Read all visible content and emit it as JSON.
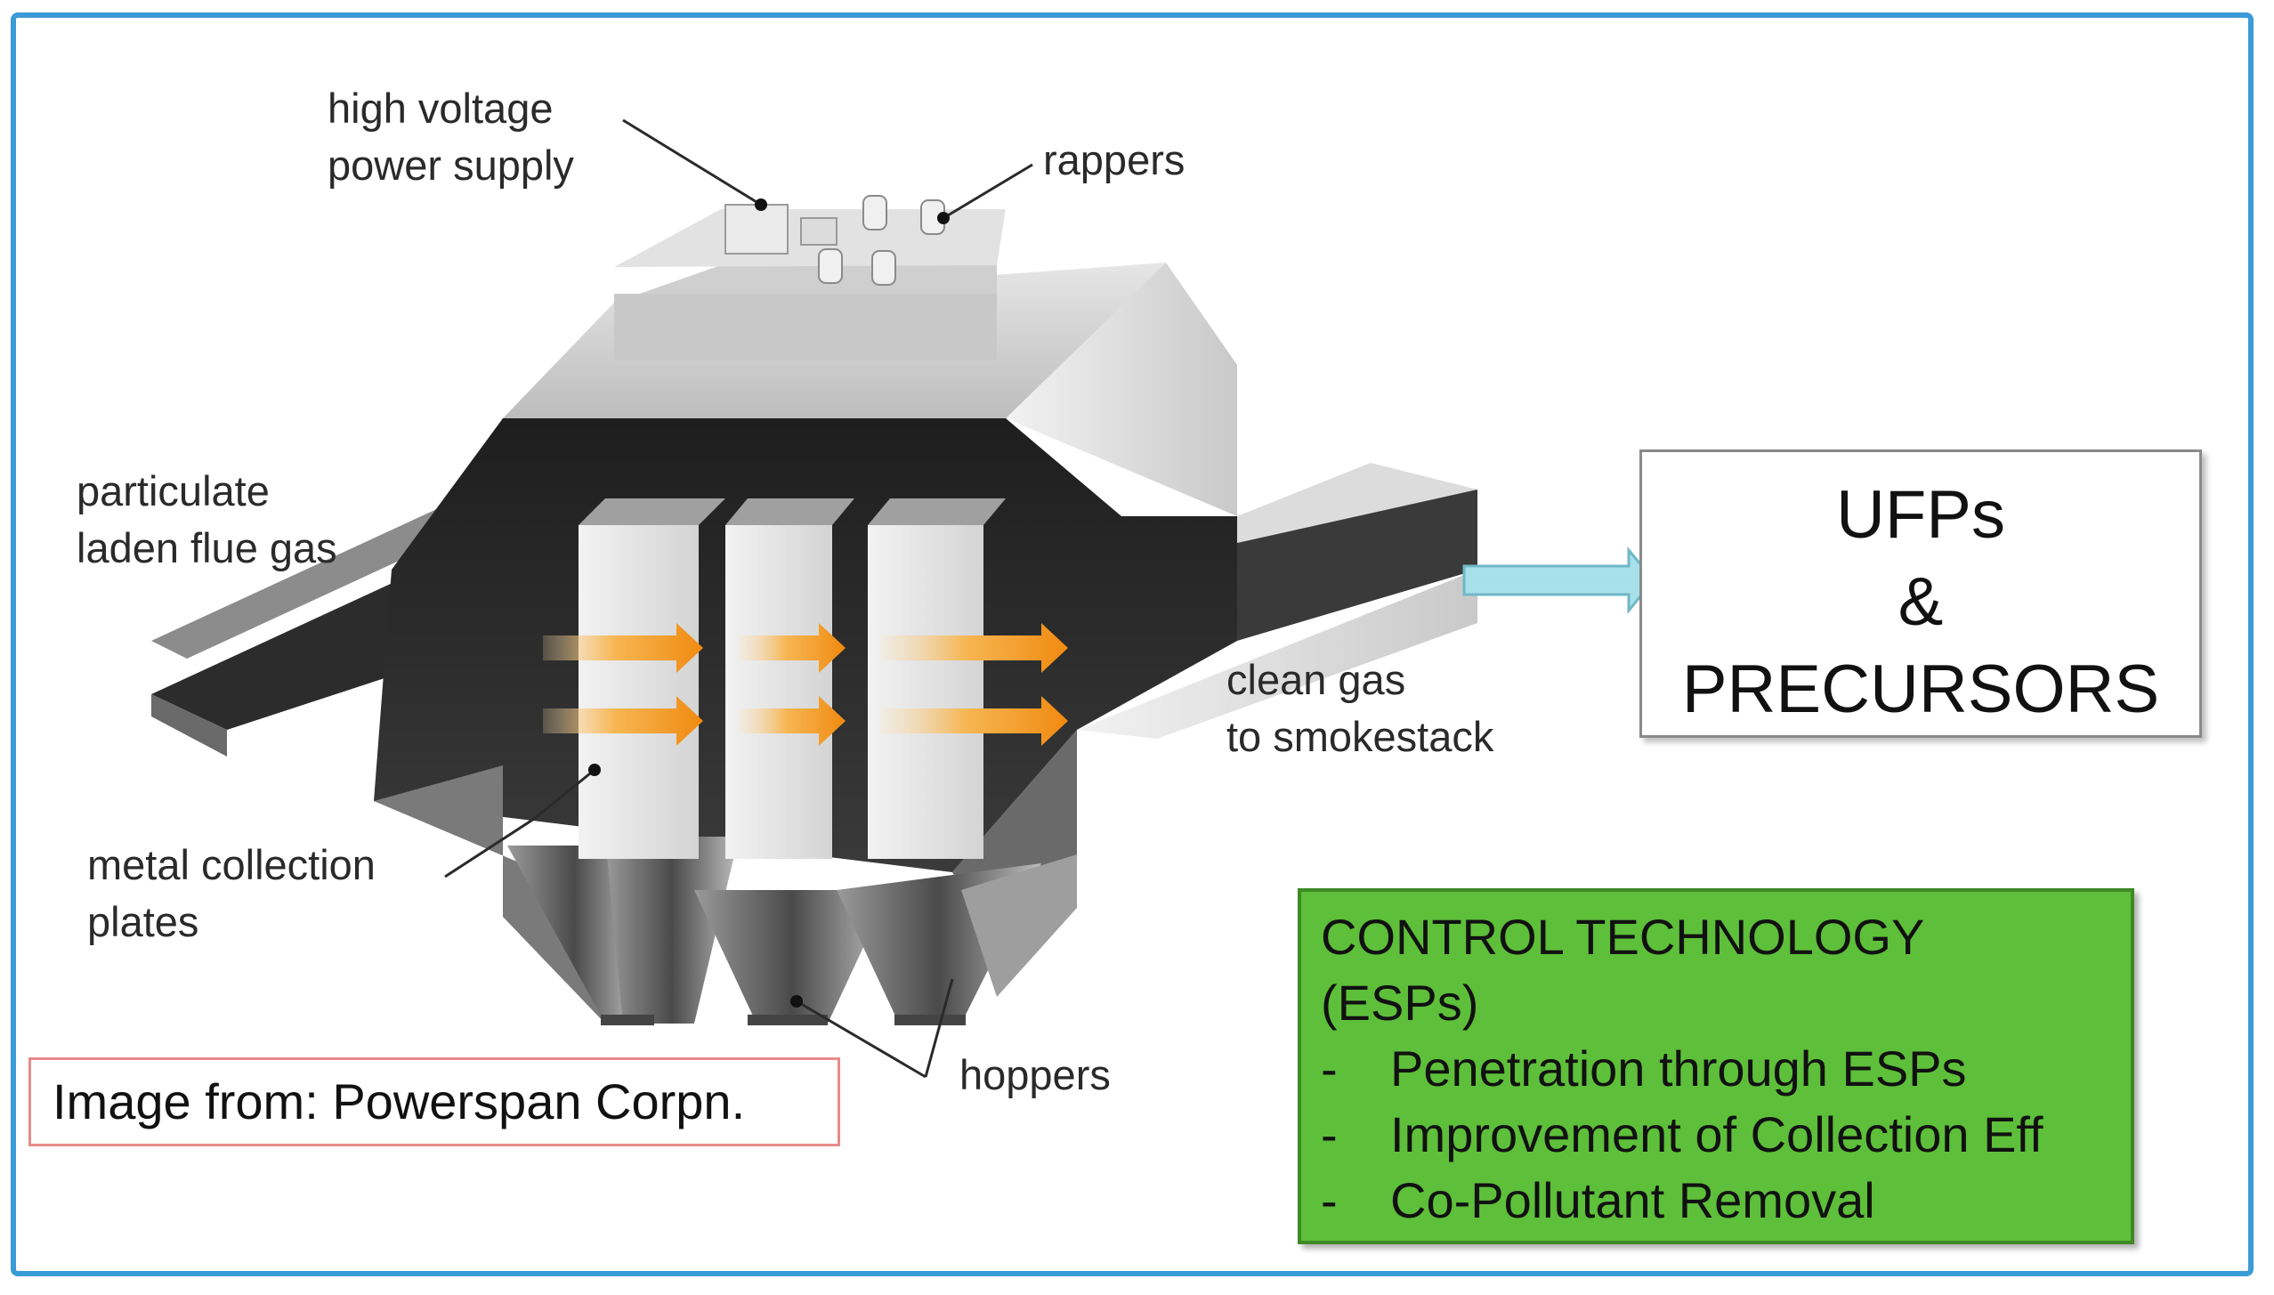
{
  "labels": {
    "power_supply_line1": "high voltage",
    "power_supply_line2": "power supply",
    "rappers": "rappers",
    "flue_gas_line1": "particulate",
    "flue_gas_line2": "laden flue gas",
    "clean_gas_line1": "clean gas",
    "clean_gas_line2": "to smokestack",
    "plates_line1": "metal collection",
    "plates_line2": "plates",
    "hoppers": "hoppers"
  },
  "ufp_box": {
    "line1": "UFPs",
    "line2": "&",
    "line3": "PRECURSORS"
  },
  "control_box": {
    "title_line1": "CONTROL TECHNOLOGY",
    "title_line2": "(ESPs)",
    "bullet": "-",
    "items": [
      "Penetration through ESPs",
      "Improvement of Collection Eff",
      "Co-Pollutant Removal"
    ]
  },
  "source_note": "Image from: Powerspan Corpn.",
  "colors": {
    "frame_border": "#3a9bd6",
    "control_box_fill": "#5ebf3a",
    "flow_arrow": "#f39a1c",
    "output_arrow": "#a8e0ea",
    "source_box_border": "#e88a8a"
  }
}
